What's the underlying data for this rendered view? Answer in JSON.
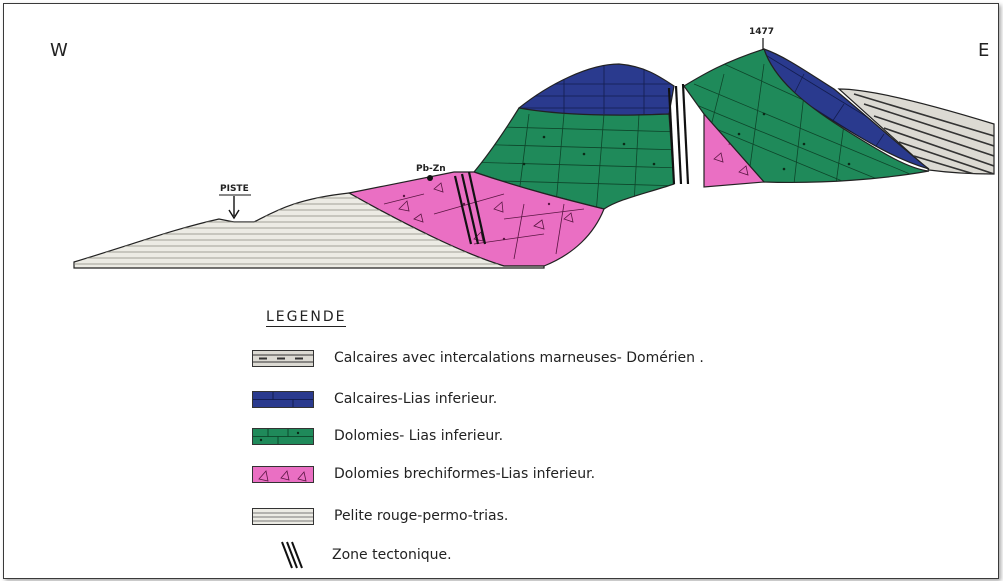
{
  "section": {
    "west": "W",
    "east": "E",
    "altitude": "1477",
    "piste": "PISTE",
    "deposit": "Pb-Zn"
  },
  "colors": {
    "domerien": "#dcdad3",
    "calcaires": "#2a3a8e",
    "dolomies": "#1f8a5a",
    "breche": "#ea6fc3",
    "permotrias": "#ecebe4"
  },
  "legend": {
    "title": "LEGENDE",
    "items": [
      {
        "label": "Calcaires avec intercalations marneuses- Domérien .",
        "pattern": "domerien-swatch"
      },
      {
        "label": "Calcaires-Lias inferieur.",
        "pattern": "calcaires-swatch"
      },
      {
        "label": "Dolomies- Lias inferieur.",
        "pattern": "dolomies-swatch"
      },
      {
        "label": "Dolomies brechiformes-Lias inferieur.",
        "pattern": "breche-swatch"
      },
      {
        "label": "Pelite rouge-permo-trias.",
        "pattern": "permotrias-swatch"
      },
      {
        "label": "Zone tectonique.",
        "pattern": "zone-tectonique-symbol"
      }
    ]
  }
}
